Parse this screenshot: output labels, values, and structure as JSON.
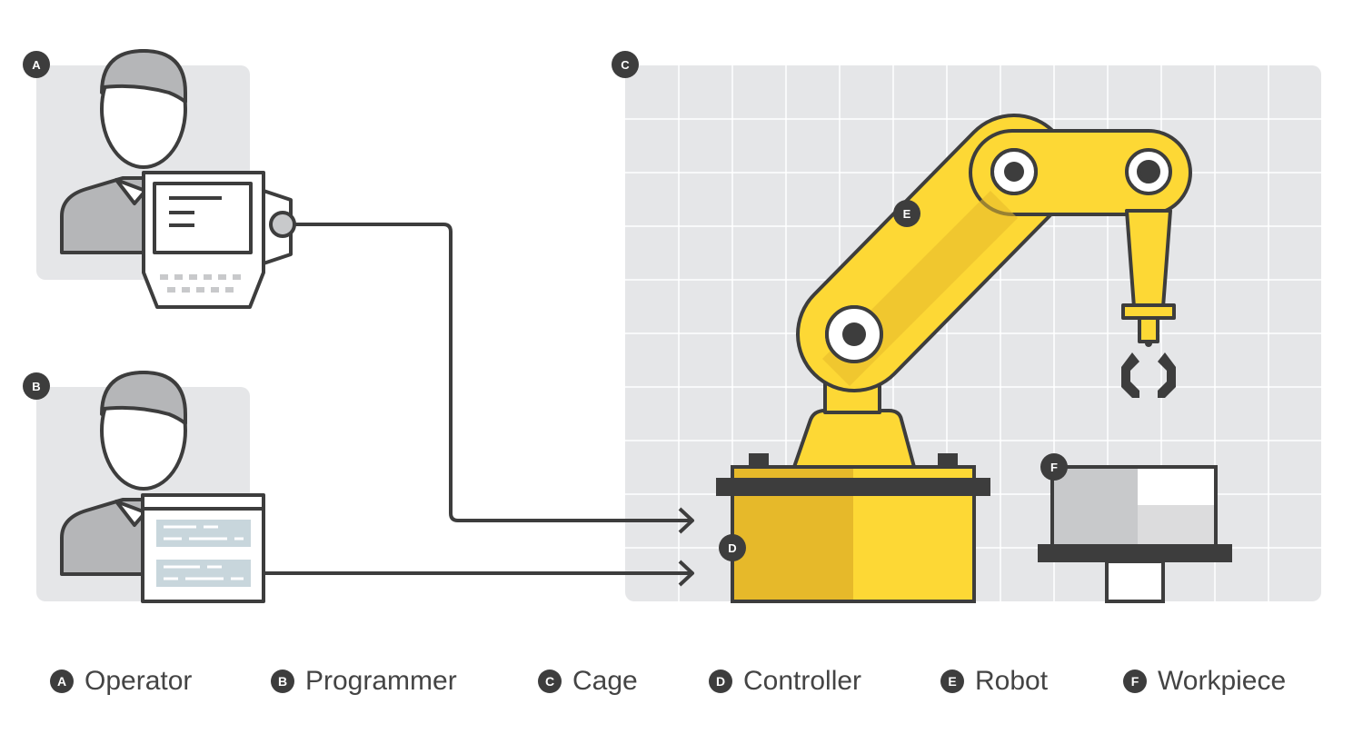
{
  "colors": {
    "outline": "#3d3d3d",
    "panel": "#e5e6e8",
    "robot_yellow": "#fdd835",
    "robot_yellow_dark": "#e6b92a",
    "person_gray": "#b5b6b8",
    "screen_blue": "#c8d6dc"
  },
  "badges": {
    "operator": "A",
    "programmer": "B",
    "cage": "C",
    "controller": "D",
    "robot": "E",
    "workpiece": "F"
  },
  "legend": [
    {
      "letter": "A",
      "label": "Operator"
    },
    {
      "letter": "B",
      "label": "Programmer"
    },
    {
      "letter": "C",
      "label": "Cage"
    },
    {
      "letter": "D",
      "label": "Controller"
    },
    {
      "letter": "E",
      "label": "Robot"
    },
    {
      "letter": "F",
      "label": "Workpiece"
    }
  ]
}
